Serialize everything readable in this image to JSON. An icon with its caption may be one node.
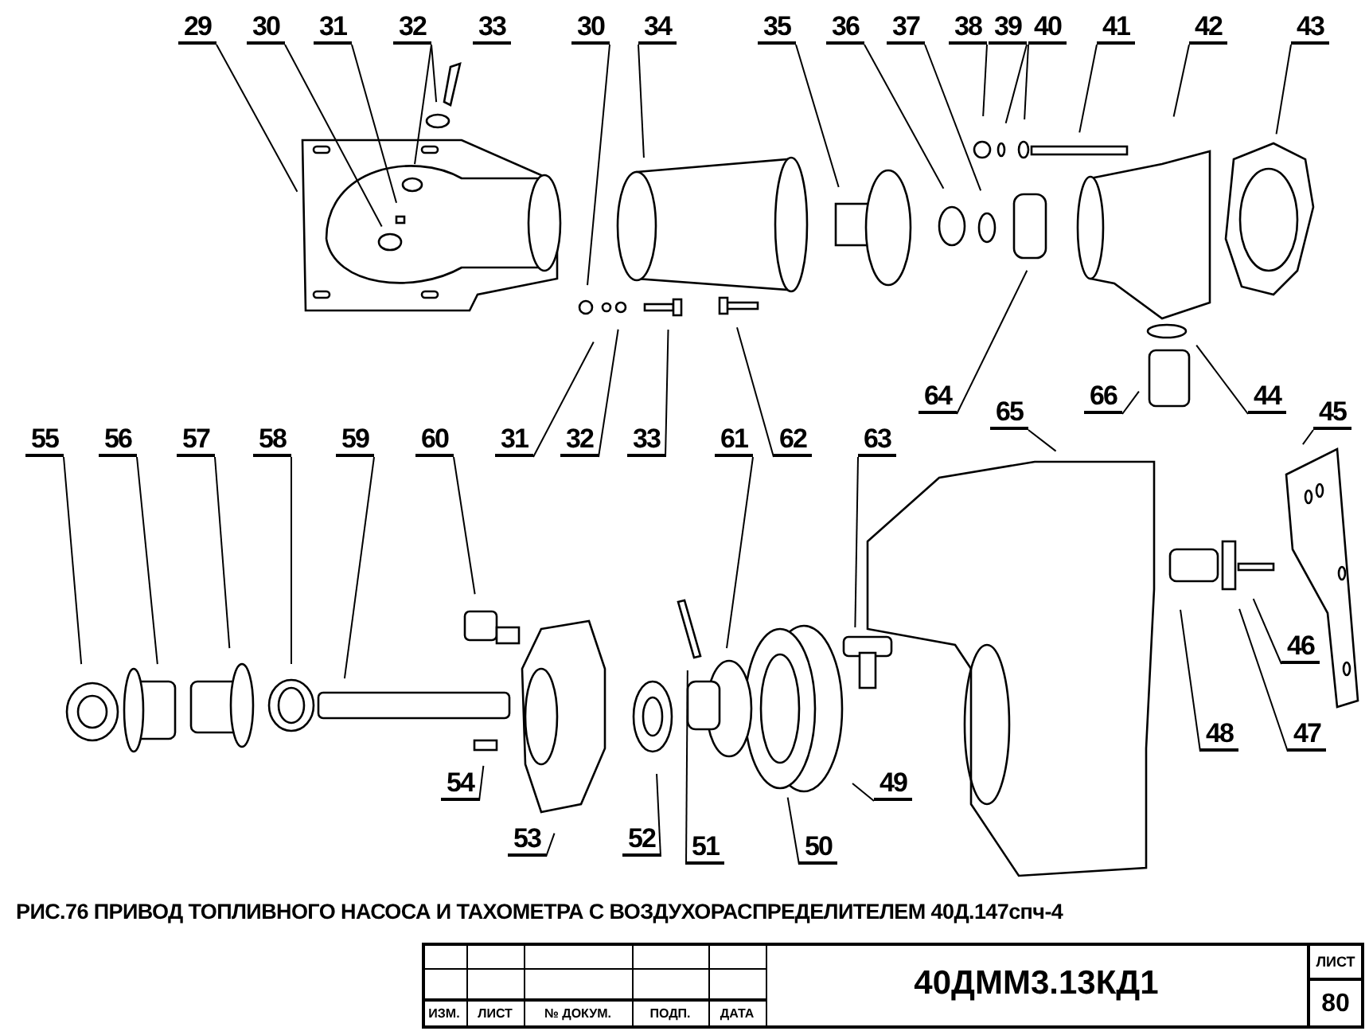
{
  "diagram": {
    "caption": "РИС.76 ПРИВОД ТОПЛИВНОГО НАСОСА И ТАХОМЕТРА С ВОЗДУХОРАСПРЕДЕЛИТЕЛЕМ 40Д.147спч-4",
    "nodes": [
      {
        "text": [
          "29"
        ]
      },
      {
        "text": [
          "30"
        ]
      },
      {
        "text": [
          "31"
        ]
      },
      {
        "text": [
          "32"
        ]
      },
      {
        "text": [
          "33"
        ]
      },
      {
        "text": [
          "30"
        ]
      },
      {
        "text": [
          "34"
        ]
      },
      {
        "text": [
          "35"
        ]
      },
      {
        "text": [
          "36"
        ]
      },
      {
        "text": [
          "37"
        ]
      },
      {
        "text": [
          "38"
        ]
      },
      {
        "text": [
          "39"
        ]
      },
      {
        "text": [
          "40"
        ]
      },
      {
        "text": [
          "41"
        ]
      },
      {
        "text": [
          "42"
        ]
      },
      {
        "text": [
          "43"
        ]
      },
      {
        "text": [
          "31"
        ]
      },
      {
        "text": [
          "32"
        ]
      },
      {
        "text": [
          "33"
        ]
      },
      {
        "text": [
          "62"
        ]
      },
      {
        "text": [
          "64"
        ]
      },
      {
        "text": [
          "66"
        ]
      },
      {
        "text": [
          "44"
        ]
      },
      {
        "text": [
          "55"
        ]
      },
      {
        "text": [
          "56"
        ]
      },
      {
        "text": [
          "57"
        ]
      },
      {
        "text": [
          "58"
        ]
      },
      {
        "text": [
          "59"
        ]
      },
      {
        "text": [
          "60"
        ]
      },
      {
        "text": [
          "61"
        ]
      },
      {
        "text": [
          "63"
        ]
      },
      {
        "text": [
          "65"
        ]
      },
      {
        "text": [
          "45"
        ]
      },
      {
        "text": [
          "54"
        ]
      },
      {
        "text": [
          "53"
        ]
      },
      {
        "text": [
          "52"
        ]
      },
      {
        "text": [
          "51"
        ]
      },
      {
        "text": [
          "50"
        ]
      },
      {
        "text": [
          "49"
        ]
      },
      {
        "text": [
          "48"
        ]
      },
      {
        "text": [
          "47"
        ]
      },
      {
        "text": [
          "46"
        ]
      }
    ],
    "edges": [
      {
        "from": 0,
        "to": null,
        "arrow": "none"
      },
      {
        "from": 1,
        "to": null,
        "arrow": "none"
      },
      {
        "from": 2,
        "to": null,
        "arrow": "none"
      },
      {
        "from": 3,
        "to": null,
        "arrow": "none"
      },
      {
        "from": 3,
        "to": null,
        "arrow": "none"
      },
      {
        "from": 5,
        "to": null,
        "arrow": "none"
      },
      {
        "from": 6,
        "to": null,
        "arrow": "none"
      },
      {
        "from": 7,
        "to": null,
        "arrow": "none"
      },
      {
        "from": 8,
        "to": null,
        "arrow": "none"
      },
      {
        "from": 9,
        "to": null,
        "arrow": "none"
      },
      {
        "from": 10,
        "to": null,
        "arrow": "none"
      },
      {
        "from": 11,
        "to": null,
        "arrow": "none"
      },
      {
        "from": 12,
        "to": null,
        "arrow": "none"
      },
      {
        "from": 13,
        "to": null,
        "arrow": "none"
      },
      {
        "from": 14,
        "to": null,
        "arrow": "none"
      },
      {
        "from": 15,
        "to": null,
        "arrow": "none"
      },
      {
        "from": 16,
        "to": null,
        "arrow": "none"
      },
      {
        "from": 17,
        "to": null,
        "arrow": "none"
      },
      {
        "from": 18,
        "to": null,
        "arrow": "none"
      },
      {
        "from": 19,
        "to": null,
        "arrow": "none"
      },
      {
        "from": 20,
        "to": null,
        "arrow": "none"
      },
      {
        "from": 21,
        "to": null,
        "arrow": "none"
      },
      {
        "from": 22,
        "to": null,
        "arrow": "none"
      },
      {
        "from": 23,
        "to": null,
        "arrow": "none"
      },
      {
        "from": 24,
        "to": null,
        "arrow": "none"
      },
      {
        "from": 25,
        "to": null,
        "arrow": "none"
      },
      {
        "from": 26,
        "to": null,
        "arrow": "none"
      },
      {
        "from": 27,
        "to": null,
        "arrow": "none"
      },
      {
        "from": 28,
        "to": null,
        "arrow": "none"
      },
      {
        "from": 29,
        "to": null,
        "arrow": "none"
      },
      {
        "from": 30,
        "to": null,
        "arrow": "none"
      },
      {
        "from": 31,
        "to": null,
        "arrow": "none"
      },
      {
        "from": 32,
        "to": null,
        "arrow": "none"
      },
      {
        "from": 33,
        "to": null,
        "arrow": "none"
      },
      {
        "from": 34,
        "to": null,
        "arrow": "none"
      },
      {
        "from": 35,
        "to": null,
        "arrow": "none"
      },
      {
        "from": 36,
        "to": null,
        "arrow": "none"
      },
      {
        "from": 37,
        "to": null,
        "arrow": "none"
      },
      {
        "from": 38,
        "to": null,
        "arrow": "none"
      },
      {
        "from": 39,
        "to": null,
        "arrow": "none"
      },
      {
        "from": 40,
        "to": null,
        "arrow": "none"
      },
      {
        "from": 41,
        "to": null,
        "arrow": "none"
      }
    ],
    "labels": [
      "ИЗМ.",
      "ЛИСТ",
      "№ ДОКУМ.",
      "ПОДП.",
      "ДАТА",
      "40ДММ3.13КД1",
      "ЛИСТ",
      "80"
    ]
  }
}
